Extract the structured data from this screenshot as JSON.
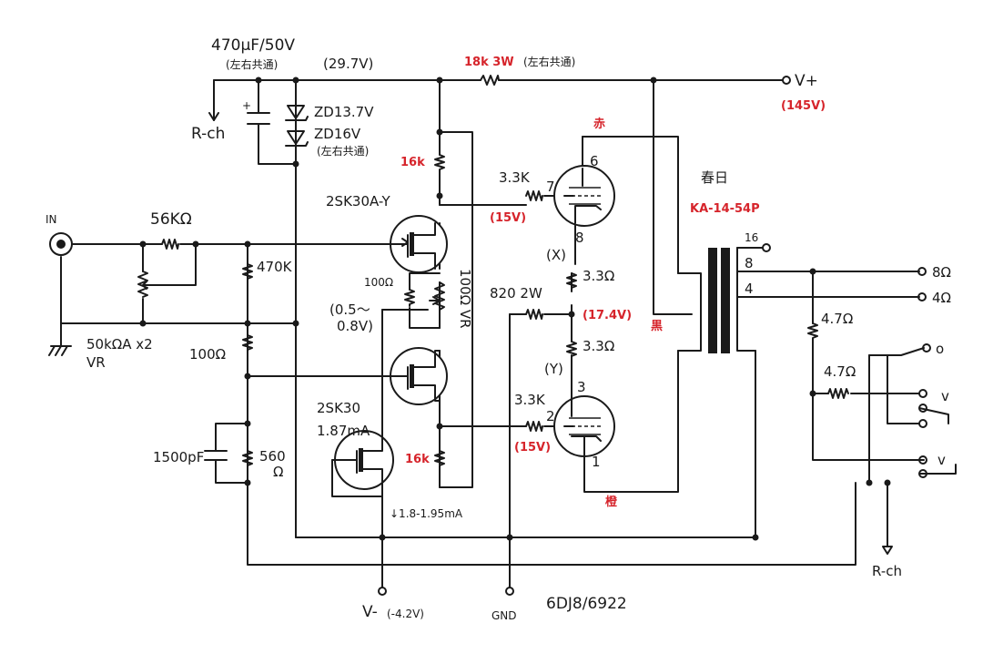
{
  "diagram": {
    "labels": {
      "cap_top": "470μF/50V",
      "cap_top_note": "(左右共通)",
      "rch_top": "R-ch",
      "v297": "(29.7V)",
      "zd1": "ZD13.7V",
      "zd2": "ZD16V",
      "zd_note": "(左右共通)",
      "r18k": "18k 3W",
      "r18k_note": "(左右共通)",
      "vplus": "V+",
      "v145": "(145V)",
      "aka": "赤",
      "r16k_top": "16k",
      "r33k_top": "3.3K",
      "pin7": "7",
      "pin6": "6",
      "v15_top": "(15V)",
      "pin8": "8",
      "kasuga": "春日",
      "trans": "KA-14-54P",
      "tap16": "16",
      "tap8": "8",
      "tap4": "4",
      "out8": "8Ω",
      "out4": "4Ω",
      "in": "IN",
      "r56k": "56KΩ",
      "fet_top": "2SK30A-Y",
      "r470k": "470K",
      "r100_trim": "100Ω",
      "vr100": "100Ω VR",
      "v05": "(0.5～",
      "v08": "0.8V)",
      "x": "(X)",
      "r33a": "3.3Ω",
      "r820": "820 2W",
      "v174": "(17.4V)",
      "kuro": "黒",
      "r47_top": "4.7Ω",
      "sw_o": "o",
      "vr_a": "50kΩA x2",
      "vr_b": "VR",
      "r100": "100Ω",
      "r33b": "3.3Ω",
      "y": "(Y)",
      "pin3": "3",
      "r47_mid": "4.7Ω",
      "sw_v1": "v",
      "fet_cs": "2SK30",
      "i187": "1.87mA",
      "r33k_bot": "3.3K",
      "pin2": "2",
      "v15_bot": "(15V)",
      "c1500": "1500pF",
      "r560": "560",
      "r560u": "Ω",
      "r16k_bot": "16k",
      "pin1": "1",
      "sw_v2": "v",
      "i_range": "↓1.8-1.95mA",
      "dai": "橙",
      "rch_bot": "R-ch",
      "tube": "6DJ8/6922",
      "vminus": "V-",
      "v42": "(-4.2V)",
      "gnd": "GND"
    }
  }
}
